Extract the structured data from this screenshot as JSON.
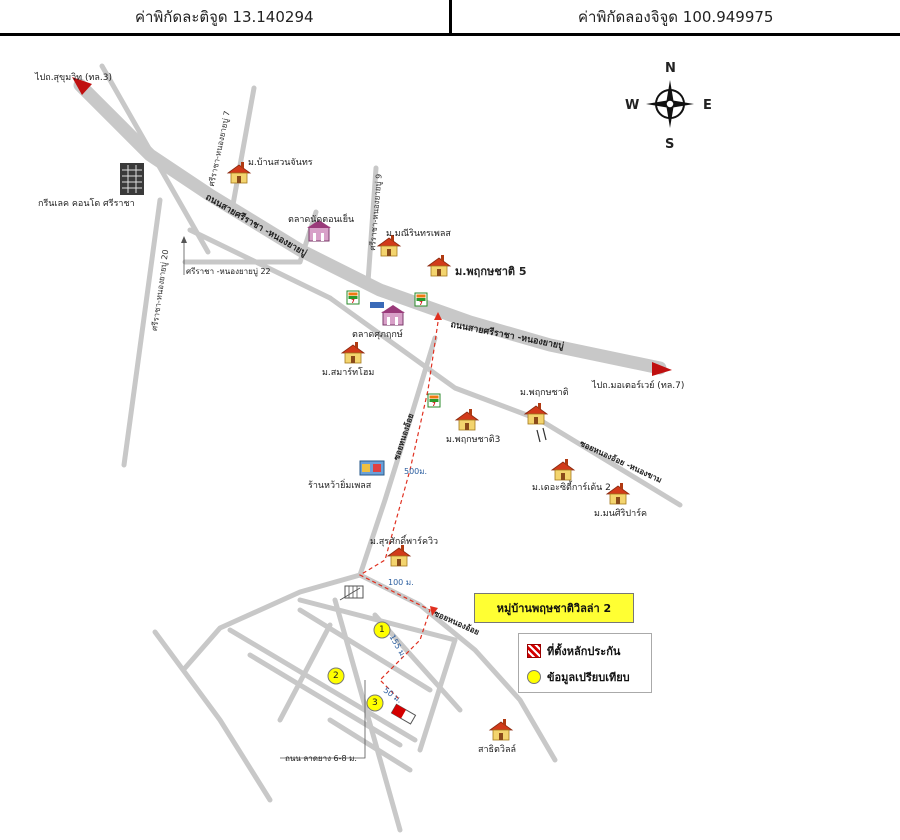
{
  "header": {
    "latitude": "ค่าพิกัดละติจูด 13.140294",
    "longitude": "ค่าพิกัดลองจิจูด 100.949975"
  },
  "compass": {
    "n": "N",
    "s": "S",
    "e": "E",
    "w": "W"
  },
  "roads": {
    "to_sukhumvit": "ไปถ.สุขุมวิท (ทล.3)",
    "to_motorway": "ไปถ.มอเตอร์เวย์ (ทล.7)",
    "main_road_1": "ถนนสายศรีราชา -หนองยายบู่",
    "main_road_2": "ถนนสายศรีราชา -หนองยายบู่",
    "soi_7": "ศรีราชา-หนองยายบู่ 7",
    "soi_9": "ศรีราชา-หนองยายบู่ 9",
    "soi_20": "ศรีราชา-หนองยายบู่ 20",
    "soi_22": "ศรีราชา -หนองยายบู่ 22",
    "soi_nong_or": "ซอยหนองอ้อย",
    "soi_nong_or_2": "ซอยหนองอ้อย",
    "soi_nong_or_nong_kham": "ซอยหนองอ้อย -หนองขาม",
    "road_width": "ถนน ลาดยาง 6-8 ม."
  },
  "places": {
    "green_condo": "กรีนเลค คอนโด ศรีราชา",
    "baan_suan": "ม.บ้านสวนจันทร",
    "market_1": "ตลาดนัดตอนเย็น",
    "monthong": "ม.มณีรินทรเพลส",
    "pruksa5": "ม.พฤกษชาติ 5",
    "market_2": "ตลาดศุภฤกษ์",
    "smart_home": "ม.สมาร์ทโฮม",
    "pruksa": "ม.พฤกษชาติ",
    "pruksa3": "ม.พฤกษชาติ3",
    "shop": "ร้านหว้ายิ่มเพลส",
    "city_garden": "ม.เดอะซิตี้การ์เด้น 2",
    "monsiri": "ม.มนศิริปาร์ค",
    "sarasak": "ม.สุรศักดิ์พาร์ควิว",
    "sarisit": "สาธิตวิลล์",
    "project": "หมู่บ้านพฤษชาติวิลล่า 2"
  },
  "distances": {
    "d500": "500ม.",
    "d100": "100 ม.",
    "d155": "155 ม.",
    "d50": "50 ม."
  },
  "markers": [
    "1",
    "2",
    "3"
  ],
  "legend": {
    "collateral": "ที่ตั้งหลักประกัน",
    "comparable": "ข้อมูลเปรียบเทียบ"
  },
  "colors": {
    "road": "#c8c8c8",
    "route": "#e03020",
    "highlight": "#ffff33",
    "marker": "#ffff00",
    "house_roof": "#d23a1a",
    "house_wall": "#f3d46e"
  },
  "icons": [
    "seven-eleven-icon",
    "house-icon",
    "condo-building-icon",
    "market-icon",
    "shop-icon",
    "compass-icon"
  ]
}
